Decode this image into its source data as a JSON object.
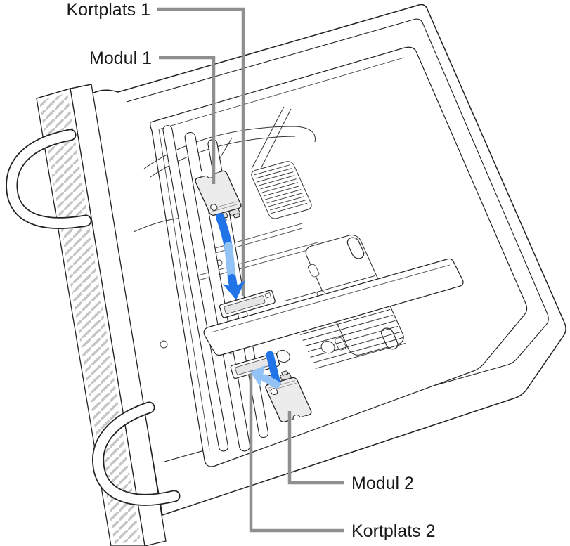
{
  "illustration": {
    "description": "Mac Pro lying on its side with the access panel removed, showing SSD module 1 being inserted into card slot 1 and SSD module 2 being inserted into card slot 2, indicated by blue arrows.",
    "labels": {
      "slot1": "Kortplats 1",
      "module1": "Modul 1",
      "module2": "Modul 2",
      "slot2": "Kortplats 2"
    },
    "colors": {
      "background": "#ffffff",
      "line_art": "#222222",
      "secondary_line": "#555555",
      "leader_line": "#8f8f8f",
      "arrow_dark_blue": "#2173e8",
      "arrow_light_blue": "#93c3f5",
      "module_fill": "#ececec",
      "text": "#1a1a1a"
    }
  }
}
